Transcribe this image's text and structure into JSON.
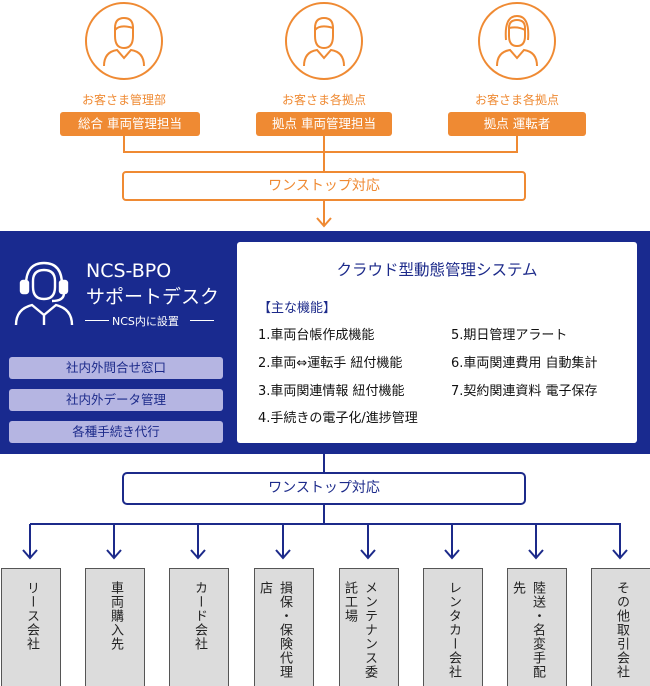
{
  "customers": [
    {
      "role": "お客さま管理部",
      "pill": "総合 車両管理担当",
      "icon": "male-user-icon"
    },
    {
      "role": "お客さま各拠点",
      "pill": "拠点 車両管理担当",
      "icon": "male-user-icon"
    },
    {
      "role": "お客さま各拠点",
      "pill": "拠点 運転者",
      "icon": "female-user-icon"
    }
  ],
  "onestop_top": "ワンストップ対応",
  "bpo": {
    "title_line1": "NCS-BPO",
    "title_line2": "サポートデスク",
    "subtitle": "NCS内に設置",
    "services": [
      "社内外問合せ窓口",
      "社内外データ管理",
      "各種手続き代行"
    ]
  },
  "cloud": {
    "title": "クラウド型動態管理システム",
    "heading": "【主な機能】",
    "features_left": [
      "1.車両台帳作成機能",
      "2.車両⇔運転手 紐付機能",
      "3.車両関連情報 紐付機能",
      "4.手続きの電子化/進捗管理"
    ],
    "features_right": [
      "5.期日管理アラート",
      "6.車両関連費用 自動集計",
      "7.契約関連資料 電子保存"
    ]
  },
  "onestop_bottom": "ワンストップ対応",
  "vendors": [
    "リース会社",
    "車両購入先",
    "カード会社",
    "損保・保険代理店",
    "メンテナンス委託工場",
    "レンタカー会社",
    "陸送・名変手配先",
    "その他取引会社"
  ],
  "colors": {
    "orange": "#ef8a33",
    "navy": "#192a8f",
    "lavender": "#b5b5e2",
    "vendor_gray": "#dcdcdc"
  }
}
